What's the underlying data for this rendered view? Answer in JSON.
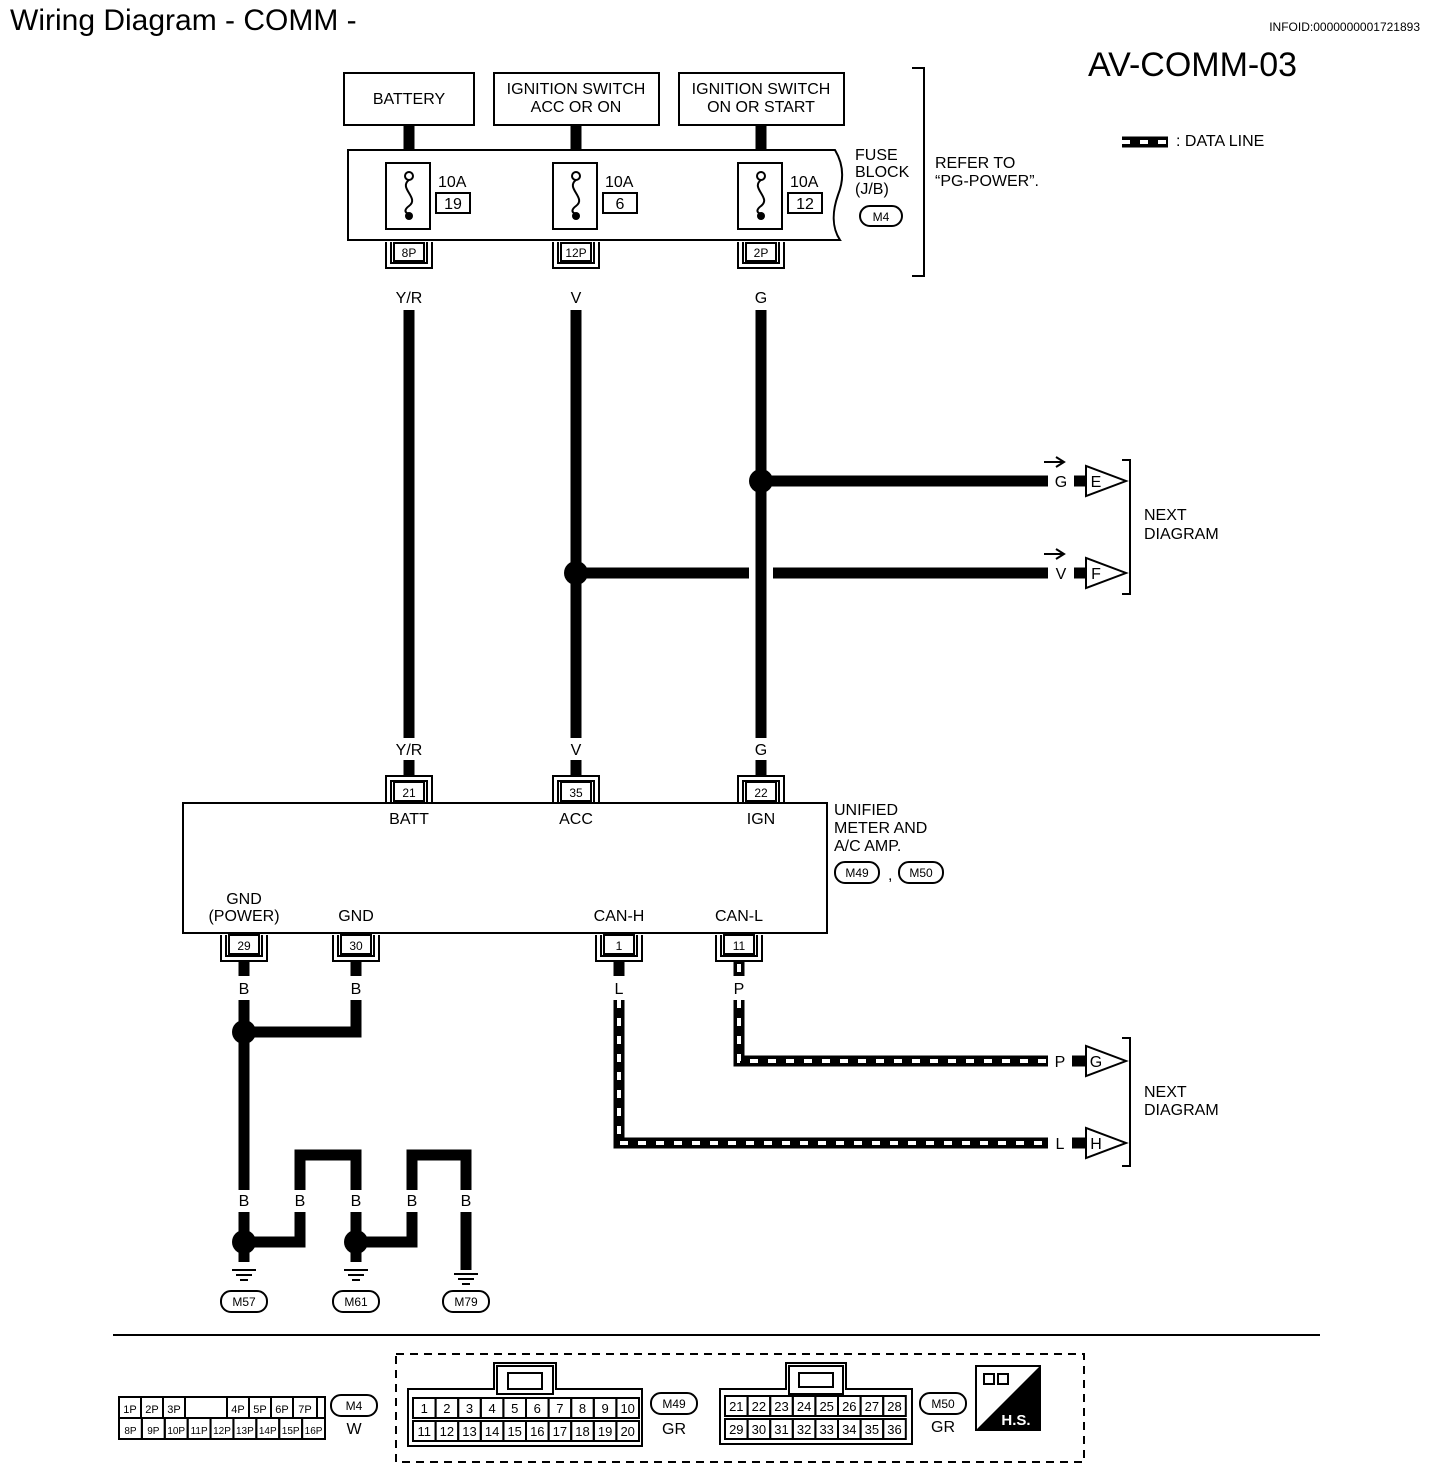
{
  "header": {
    "title": "Wiring Diagram - COMM -",
    "infoid": "INFOID:0000000001721893",
    "code": "AV-COMM-03"
  },
  "legend": {
    "data_line": ": DATA LINE"
  },
  "sources": {
    "battery": "BATTERY",
    "ign_acc": [
      "IGNITION SWITCH",
      "ACC OR ON"
    ],
    "ign_on": [
      "IGNITION SWITCH",
      "ON OR START"
    ]
  },
  "fuse_block": {
    "label": [
      "FUSE",
      "BLOCK",
      "(J/B)"
    ],
    "connector": "M4",
    "refer": [
      "REFER TO",
      "“PG-POWER”."
    ],
    "fuses": [
      {
        "amp": "10A",
        "num": "19",
        "pin": "8P",
        "color": "Y/R"
      },
      {
        "amp": "10A",
        "num": "6",
        "pin": "12P",
        "color": "V"
      },
      {
        "amp": "10A",
        "num": "12",
        "pin": "2P",
        "color": "G"
      }
    ]
  },
  "next_upper": {
    "items": [
      {
        "color": "G",
        "letter": "E"
      },
      {
        "color": "V",
        "letter": "F"
      }
    ],
    "label": [
      "NEXT",
      "DIAGRAM"
    ]
  },
  "unit": {
    "name": [
      "UNIFIED",
      "METER AND",
      "A/C AMP."
    ],
    "connectors": [
      "M49",
      "M50"
    ],
    "top_pins": [
      {
        "color": "Y/R",
        "pin": "21",
        "label": "BATT"
      },
      {
        "color": "V",
        "pin": "35",
        "label": "ACC"
      },
      {
        "color": "G",
        "pin": "22",
        "label": "IGN"
      }
    ],
    "bottom_pins": [
      {
        "label": [
          "GND",
          "(POWER)"
        ],
        "pin": "29",
        "color": "B"
      },
      {
        "label": [
          "GND"
        ],
        "pin": "30",
        "color": "B"
      },
      {
        "label": [
          "CAN-H"
        ],
        "pin": "1",
        "color": "L"
      },
      {
        "label": [
          "CAN-L"
        ],
        "pin": "11",
        "color": "P"
      }
    ]
  },
  "next_lower": {
    "items": [
      {
        "color": "P",
        "letter": "G"
      },
      {
        "color": "L",
        "letter": "H"
      }
    ],
    "label": [
      "NEXT",
      "DIAGRAM"
    ]
  },
  "ground": {
    "wire_color": "B",
    "grounds": [
      "M57",
      "M61",
      "M79"
    ]
  },
  "connector_views": {
    "m4": {
      "id": "M4",
      "color": "W",
      "row1": [
        "1P",
        "2P",
        "3P",
        "",
        "4P",
        "5P",
        "6P",
        "7P"
      ],
      "row2": [
        "8P",
        "9P",
        "10P",
        "11P",
        "12P",
        "13P",
        "14P",
        "15P",
        "16P"
      ]
    },
    "m49": {
      "id": "M49",
      "color": "GR",
      "row1": [
        "1",
        "2",
        "3",
        "4",
        "5",
        "6",
        "7",
        "8",
        "9",
        "10"
      ],
      "row2": [
        "11",
        "12",
        "13",
        "14",
        "15",
        "16",
        "17",
        "18",
        "19",
        "20"
      ]
    },
    "m50": {
      "id": "M50",
      "color": "GR",
      "row1": [
        "21",
        "22",
        "23",
        "24",
        "25",
        "26",
        "27",
        "28"
      ],
      "row2": [
        "29",
        "30",
        "31",
        "32",
        "33",
        "34",
        "35",
        "36"
      ]
    },
    "hs": "H.S."
  }
}
